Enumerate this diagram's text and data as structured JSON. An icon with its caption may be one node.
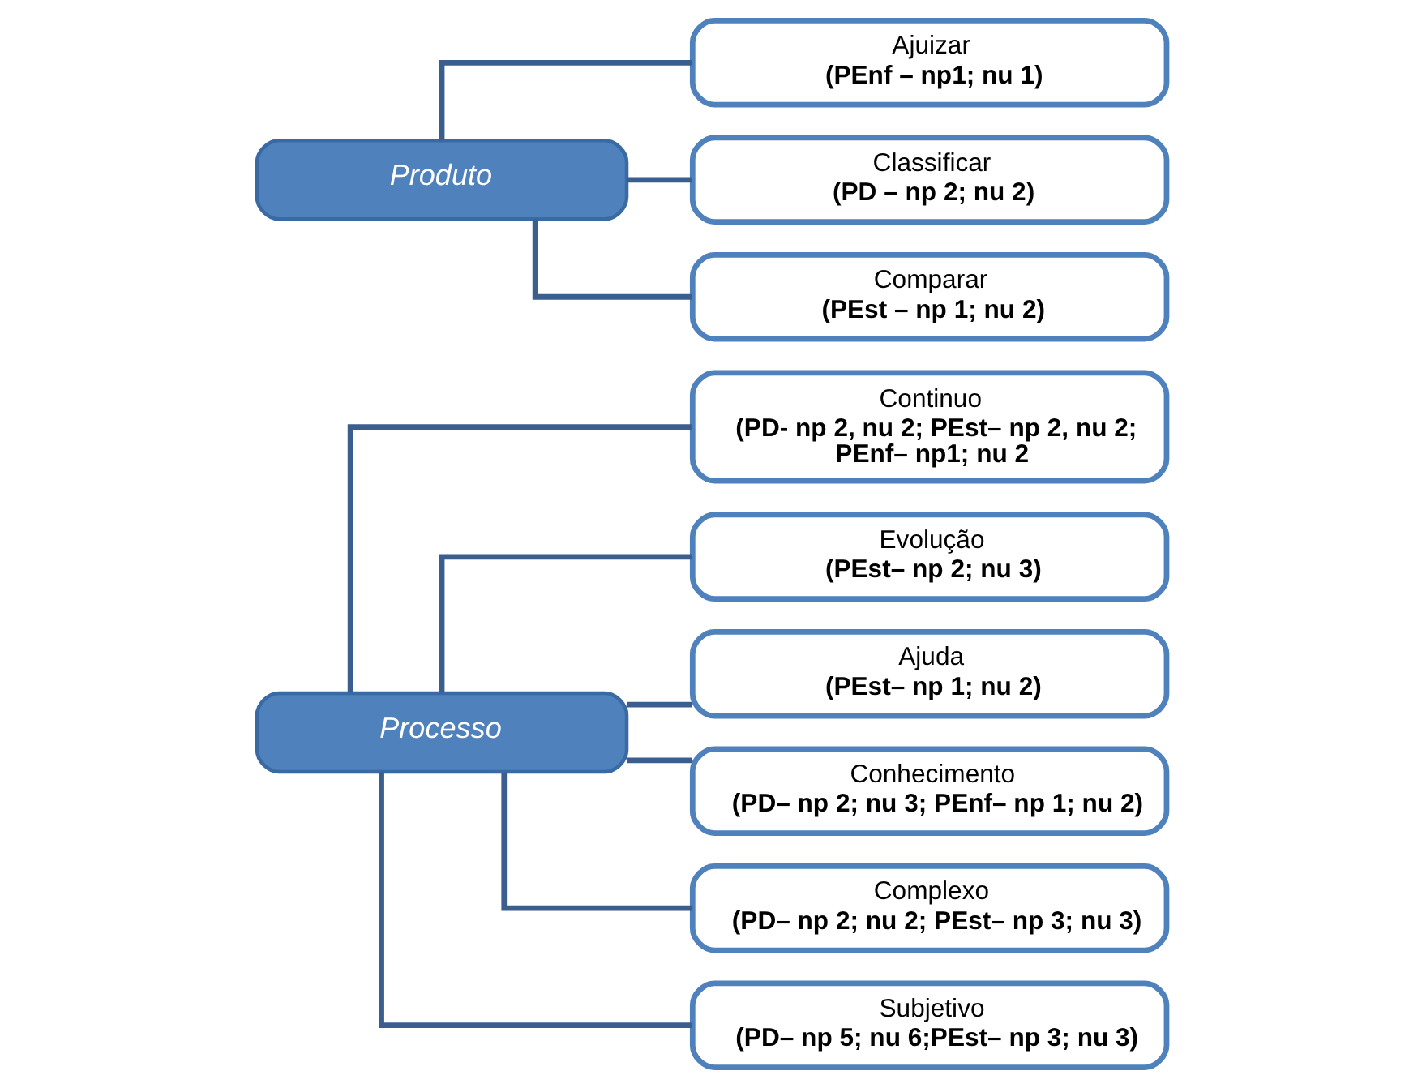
{
  "diagram": {
    "nodes": [
      {
        "text": [
          "Processo"
        ]
      },
      {
        "text": [
          "Continuo",
          "(PD- np 2, nu 2; PEst– np 2, nu 2; PEnf– np1; nu 2"
        ]
      },
      {
        "text": [
          "Evolução",
          "(PEst– np 2; nu 3)"
        ]
      },
      {
        "text": [
          "Ajuda",
          "(PEst– np 1; nu 2)"
        ]
      },
      {
        "text": [
          "Conhecimento",
          "(PD– np 2; nu 3; PEnf– np 1; nu 2)"
        ]
      },
      {
        "text": [
          "Complexo",
          "(PD– np 2; nu 2; PEst– np 3; nu 3)"
        ]
      },
      {
        "text": [
          "Subjetivo",
          "(PD– np 5; nu 6;PEst– np 3; nu 3)"
        ]
      },
      {
        "text": [
          "Produto"
        ]
      },
      {
        "text": [
          "Ajuizar",
          "(PEnf – np1; nu 1)"
        ]
      },
      {
        "text": [
          "Classificar",
          "(PD – np 2; nu 2)"
        ]
      },
      {
        "text": [
          "Comparar",
          "(PEst – np 1; nu 2)"
        ]
      }
    ],
    "edges": [
      {
        "from": 0,
        "to": 1,
        "arrow": "none"
      },
      {
        "from": 0,
        "to": 2,
        "arrow": "none"
      },
      {
        "from": 0,
        "to": 3,
        "arrow": "none"
      },
      {
        "from": 0,
        "to": 4,
        "arrow": "none"
      },
      {
        "from": 0,
        "to": 5,
        "arrow": "none"
      },
      {
        "from": 0,
        "to": 6,
        "arrow": "none"
      },
      {
        "from": 7,
        "to": 8,
        "arrow": "none"
      },
      {
        "from": 7,
        "to": 9,
        "arrow": "none"
      },
      {
        "from": 7,
        "to": 10,
        "arrow": "none"
      }
    ]
  }
}
